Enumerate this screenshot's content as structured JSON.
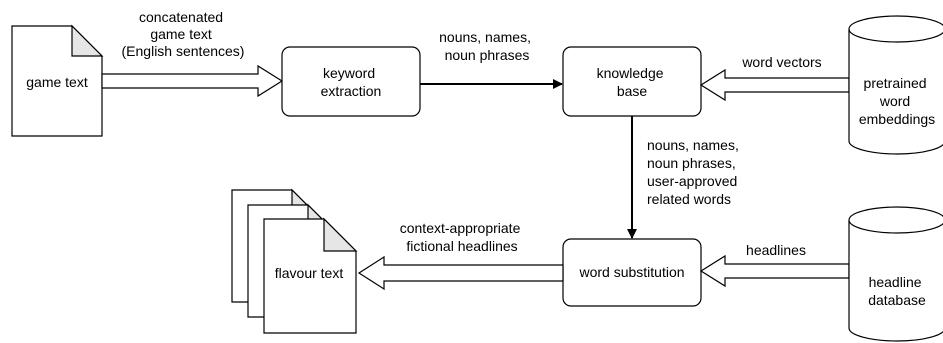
{
  "nodes": {
    "game_text": "game text",
    "keyword_extraction": [
      "keyword",
      "extraction"
    ],
    "knowledge_base": [
      "knowledge",
      "base"
    ],
    "pretrained_embeddings": [
      "pretrained",
      "word",
      "embeddings"
    ],
    "word_substitution": "word substitution",
    "headline_database": [
      "headline",
      "database"
    ],
    "flavour_text": "flavour text"
  },
  "edges": {
    "game_to_keyword": [
      "concatenated",
      "game text",
      "(English sentences)"
    ],
    "keyword_to_kb": [
      "nouns, names,",
      "noun phrases"
    ],
    "embeddings_to_kb": "word vectors",
    "kb_to_substitution": [
      "nouns, names,",
      "noun phrases,",
      "user-approved",
      "related words"
    ],
    "database_to_substitution": "headlines",
    "substitution_to_flavour": [
      "context-appropriate",
      "fictional headlines"
    ]
  },
  "colors": {
    "stroke": "#000000",
    "fold": "#e6e6e6",
    "fill": "#ffffff"
  }
}
